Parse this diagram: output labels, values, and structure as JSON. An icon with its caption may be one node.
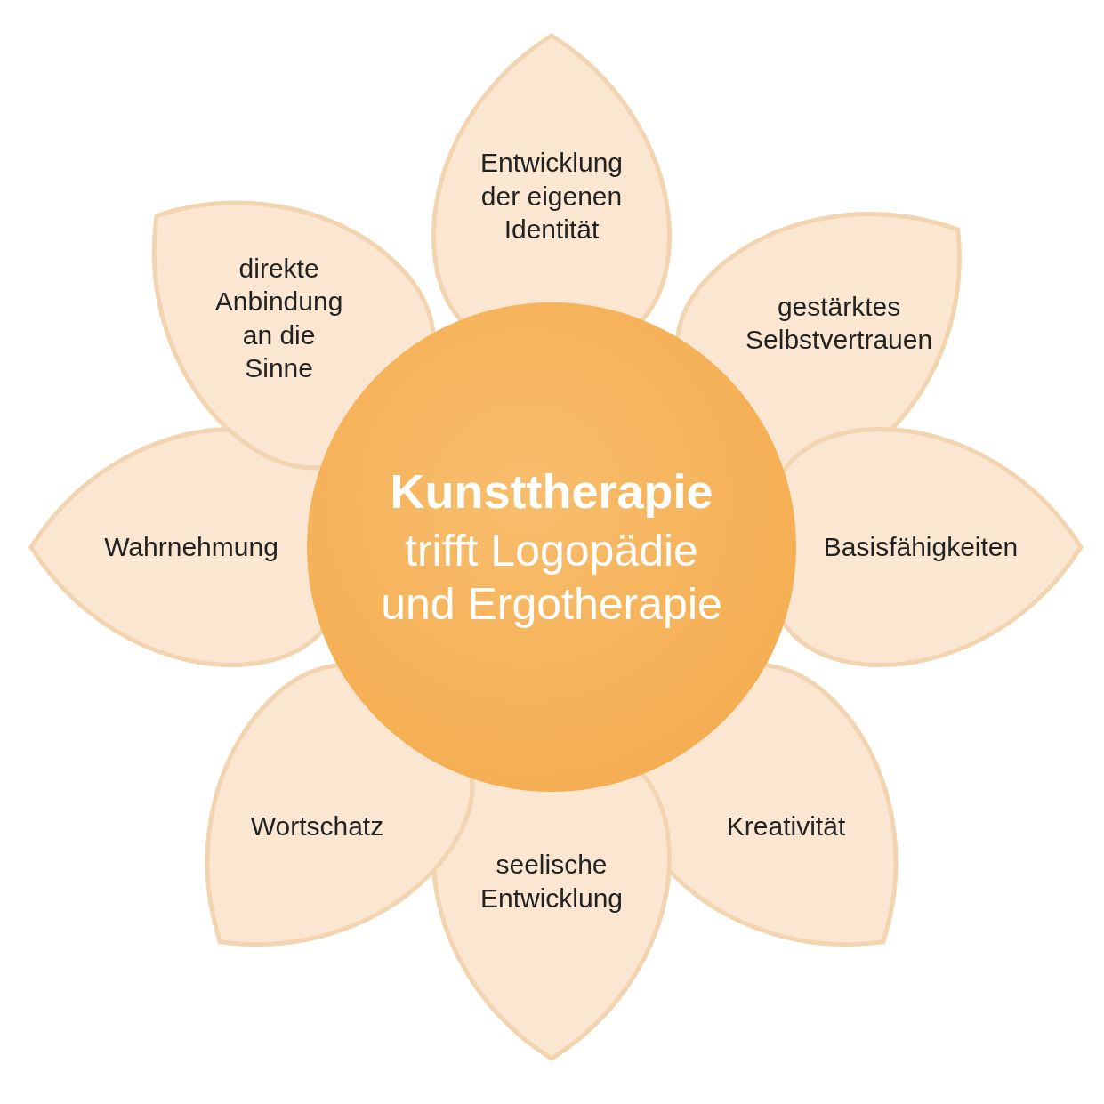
{
  "diagram": {
    "nodes": [
      {
        "text": [
          "Kunsttherapie",
          "trifft Logopädie und Ergotherapie"
        ]
      },
      {
        "text": [
          "Entwicklung der eigenen Identität"
        ]
      },
      {
        "text": [
          "gestärktes Selbstvertrauen"
        ]
      },
      {
        "text": [
          "Basisfähigkeiten"
        ]
      },
      {
        "text": [
          "Kreativität"
        ]
      },
      {
        "text": [
          "seelische Entwicklung"
        ]
      },
      {
        "text": [
          "Wortschatz"
        ]
      },
      {
        "text": [
          "Wahrnehmung"
        ]
      },
      {
        "text": [
          "direkte Anbindung an die Sinne"
        ]
      }
    ]
  }
}
